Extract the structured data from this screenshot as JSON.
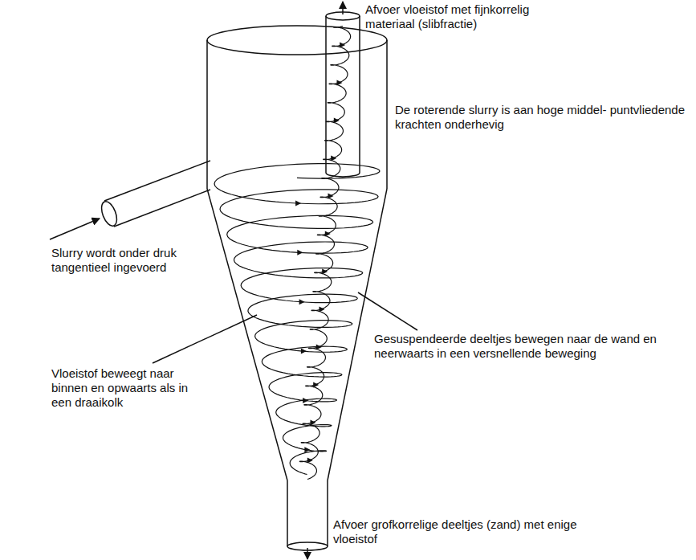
{
  "diagram": {
    "labels": [
      "Afvoer vloeistof met fijnkorrelig materiaal (slibfractie)",
      "De roterende slurry is aan hoge middel- puntvliedende krachten onderhevig",
      "Slurry wordt onder druk tangentieel ingevoerd",
      "Gesuspendeerde deeltjes bewegen naar de wand en neerwaarts in een versnellende beweging",
      "Vloeistof beweegt naar binnen en opwaarts als in een draaikolk",
      "Afvoer grofkorrelige deeltjes (zand) met enige vloeistof"
    ]
  }
}
